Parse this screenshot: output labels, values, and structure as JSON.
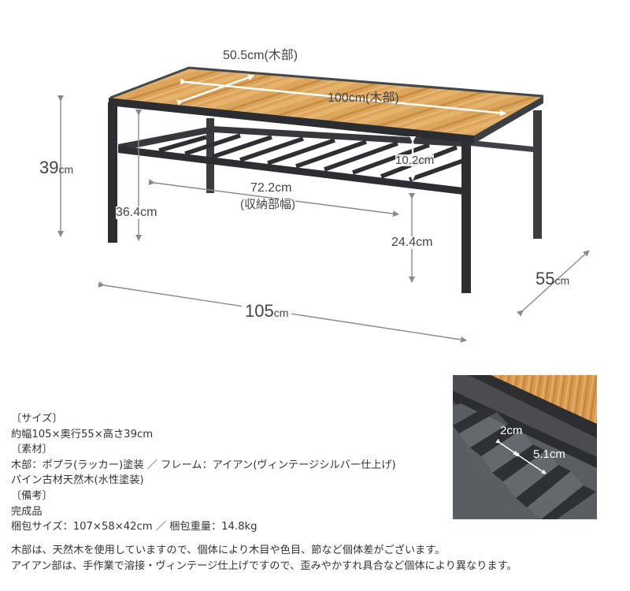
{
  "dimensions": {
    "height_total": {
      "value": "39",
      "unit": "cm"
    },
    "top_depth_wood": "50.5cm(木部)",
    "top_width_wood": "100cm(木部)",
    "shelf_gap": "10.2cm",
    "storage_width": "72.2cm",
    "storage_width_label": "(収納部幅)",
    "inner_height": "36.4cm",
    "shelf_height": "24.4cm",
    "width_total": {
      "value": "105",
      "unit": "cm"
    },
    "depth_total": {
      "value": "55",
      "unit": "cm"
    }
  },
  "detail": {
    "slat_gap": "2cm",
    "slat_width": "5.1cm"
  },
  "specs": {
    "size_heading": "〔サイズ〕",
    "size_value": "約幅105×奥行55×高さ39cm",
    "material_heading": "〔素材〕",
    "material_line1": "木部：ポプラ(ラッカー)塗装 ／ フレーム：アイアン(ヴィンテージシルバー仕上げ)",
    "material_line2": "パイン古材天然木(水性塗装)",
    "notes_heading": "〔備考〕",
    "notes_line1": "完成品",
    "notes_line2": "梱包サイズ：107×58×42cm ／ 梱包重量：14.8kg",
    "notes_line3": "木部は、天然木を使用していますので、個体により木目や色目、節など個体差がございます。",
    "notes_line4": "アイアン部は、手作業で溶接・ヴィンテージ仕上げですので、歪みやかすれ具合など個体により異なります。"
  },
  "colors": {
    "wood": "#d9a35a",
    "wood_dark": "#b97d3a",
    "iron": "#2f3133",
    "iron_light": "#55585c",
    "arrow": "#8a8a8a"
  }
}
